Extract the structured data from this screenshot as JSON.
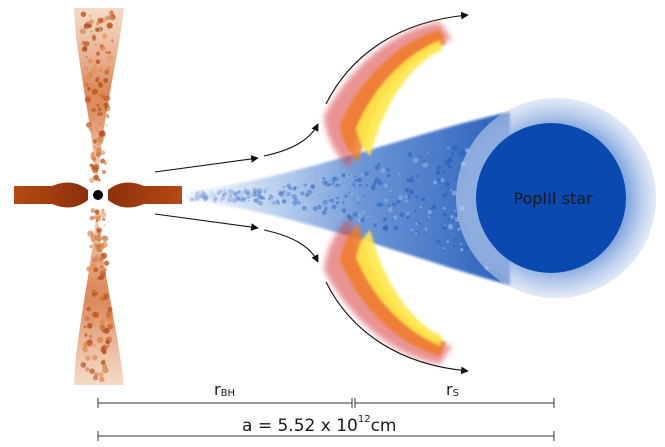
{
  "star": {
    "label": "PopIII star"
  },
  "distances": {
    "r_bh": {
      "main": "r",
      "sub": "BH"
    },
    "r_s": {
      "main": "r",
      "sub": "S"
    },
    "separation": {
      "prefix": "a = 5.52 x 10",
      "exponent": "12",
      "unit": "cm"
    }
  },
  "colors": {
    "jet": "#c4581f",
    "star_core": "#0a4ab0",
    "star_halo": "#7fa5dc",
    "wind": "#3a72c8",
    "shock_outer": "#d03030",
    "shock_mid": "#f07a20",
    "shock_inner": "#ffe84a"
  }
}
